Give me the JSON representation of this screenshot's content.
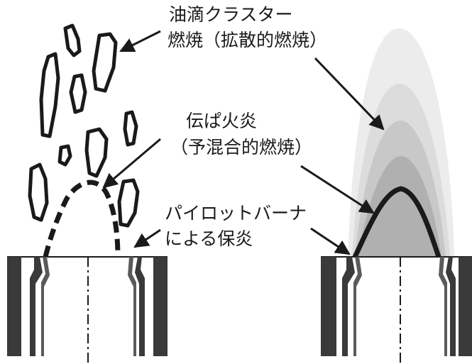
{
  "labels": {
    "cluster_line1": "油滴クラスター",
    "cluster_line2": "燃焼（拡散的燃焼）",
    "flame_line1": "伝ぱ火炎",
    "flame_line2": "（予混合的燃焼）",
    "pilot_line1": "パイロットバーナ",
    "pilot_line2": "による保炎"
  },
  "colors": {
    "ink": "#1a1a1a",
    "plume_outer": "#ececec",
    "plume_mid": "#d4d4d4",
    "plume_inner": "#b0b0b0",
    "burner_wall": "#3a3a3a"
  }
}
